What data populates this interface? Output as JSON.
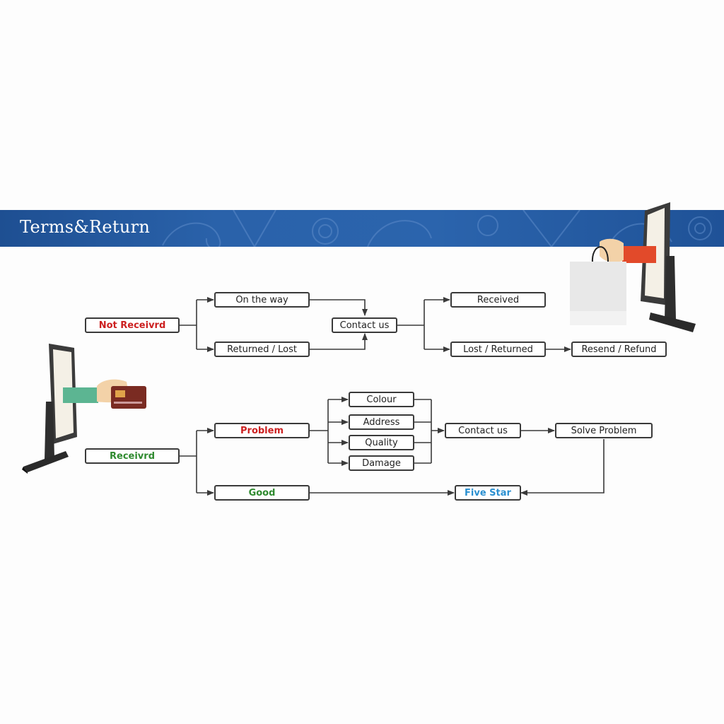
{
  "banner": {
    "title": "Terms&Return"
  },
  "colors": {
    "banner": "#2a62aa",
    "problem_text": "#cc2020",
    "good_text": "#2f8a2f",
    "five_star_text": "#2a8fd0"
  },
  "flow": {
    "not_received": "Not Receivrd",
    "on_the_way": "On the way",
    "returned_lost": "Returned / Lost",
    "contact_us_top": "Contact us",
    "received": "Received",
    "lost_returned": "Lost / Returned",
    "resend_refund": "Resend / Refund",
    "received_bottom": "Receivrd",
    "problem": "Problem",
    "good": "Good",
    "colour": "Colour",
    "address": "Address",
    "quality": "Quality",
    "damage": "Damage",
    "contact_us_bottom": "Contact us",
    "solve_problem": "Solve Problem",
    "five_star": "Five Star"
  },
  "illustrations": {
    "left": [
      "monitor-icon",
      "hand-icon",
      "credit-card-icon"
    ],
    "right": [
      "monitor-icon",
      "hand-icon",
      "shopping-bag-icon"
    ]
  }
}
